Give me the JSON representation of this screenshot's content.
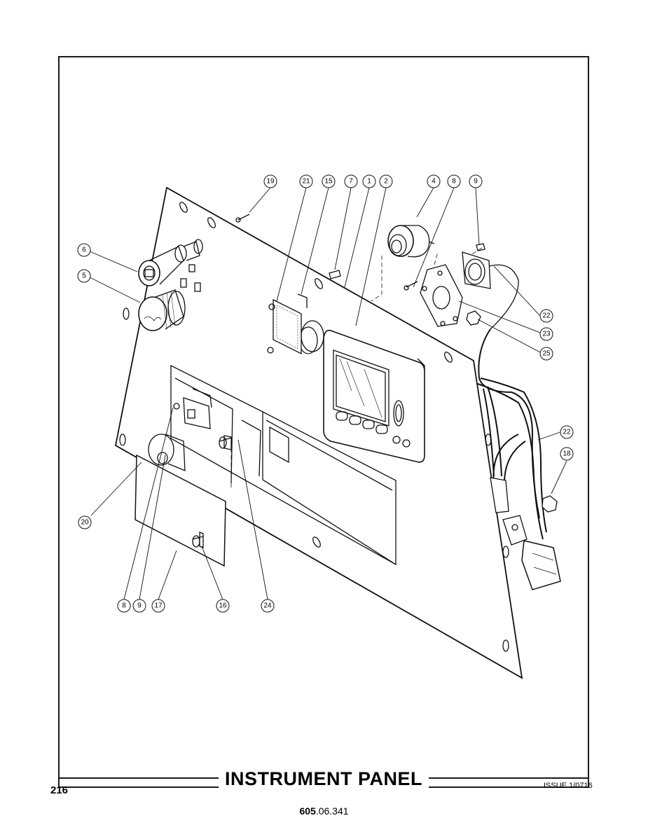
{
  "title": "INSTRUMENT PANEL",
  "page_number": "216",
  "issue": "ISSUE 1/0716",
  "part_number": {
    "bold": "605",
    "rest": ".06.341"
  },
  "callouts": {
    "c19": "19",
    "c21": "21",
    "c15": "15",
    "c7": "7",
    "c1": "1",
    "c2": "2",
    "c4": "4",
    "c8a": "8",
    "c9a": "9",
    "c6": "6",
    "c5": "5",
    "c22a": "22",
    "c23": "23",
    "c25": "25",
    "c22b": "22",
    "c18": "18",
    "c20": "20",
    "c8b": "8",
    "c9b": "9",
    "c17": "17",
    "c16": "16",
    "c24": "24"
  },
  "icons": [
    "instrument-panel-plate",
    "display-unit",
    "key-switch",
    "rotary-knob",
    "buzzer",
    "connector",
    "wiring-harness"
  ]
}
